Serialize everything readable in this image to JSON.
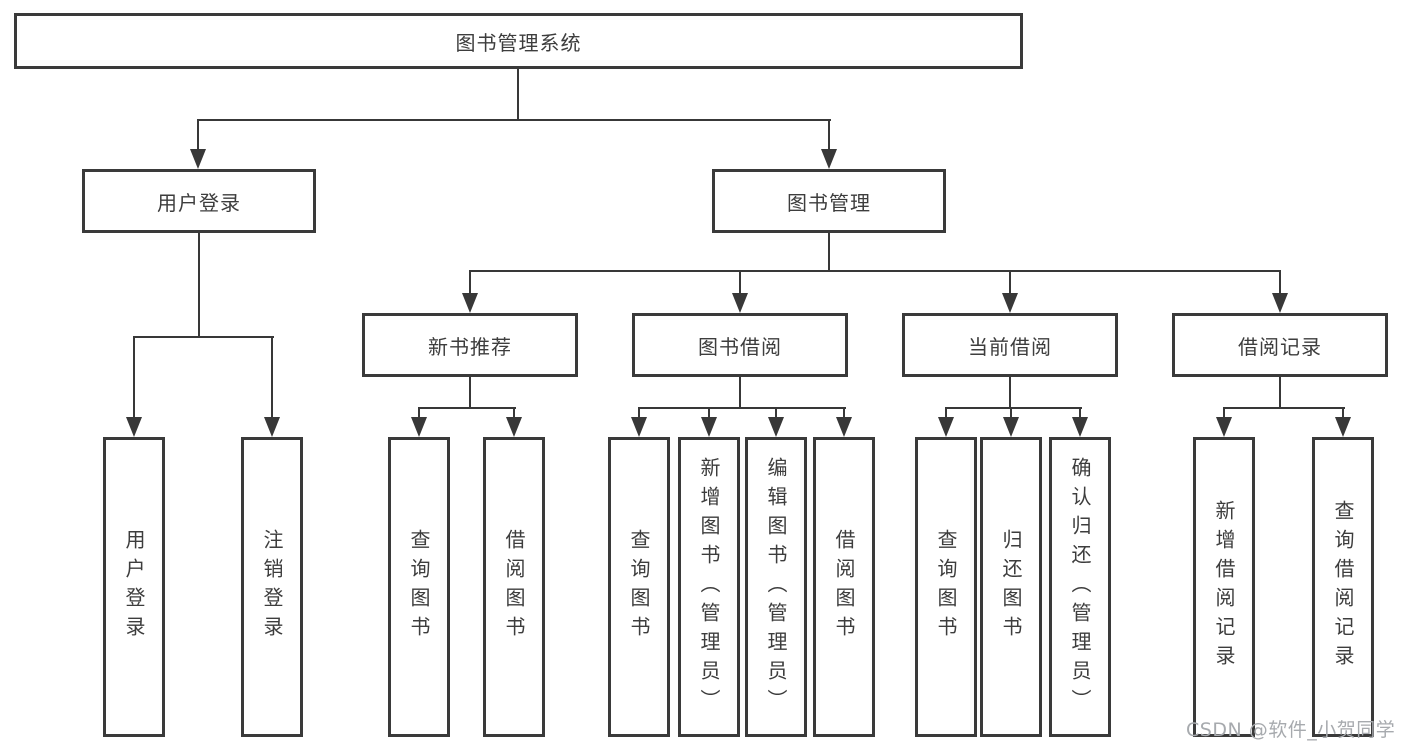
{
  "diagram_title": "图书管理系统",
  "nodes": {
    "root": "图书管理系统",
    "level2": [
      "用户登录",
      "图书管理"
    ],
    "level3": [
      "新书推荐",
      "图书借阅",
      "当前借阅",
      "借阅记录"
    ],
    "leaves": [
      "用户登录",
      "注销登录",
      "查询图书",
      "借阅图书",
      "查询图书",
      "新增图书（管理员）",
      "编辑图书（管理员）",
      "借阅图书",
      "查询图书",
      "归还图书",
      "确认归还（管理员）",
      "新增借阅记录",
      "查询借阅记录"
    ]
  },
  "watermark": "CSDN @软件_小贺同学",
  "colors": {
    "line": "#383838",
    "border": "#3a3a3a",
    "text": "#3d3d3d",
    "watermark": "#a7aaae",
    "background": "#ffffff"
  }
}
